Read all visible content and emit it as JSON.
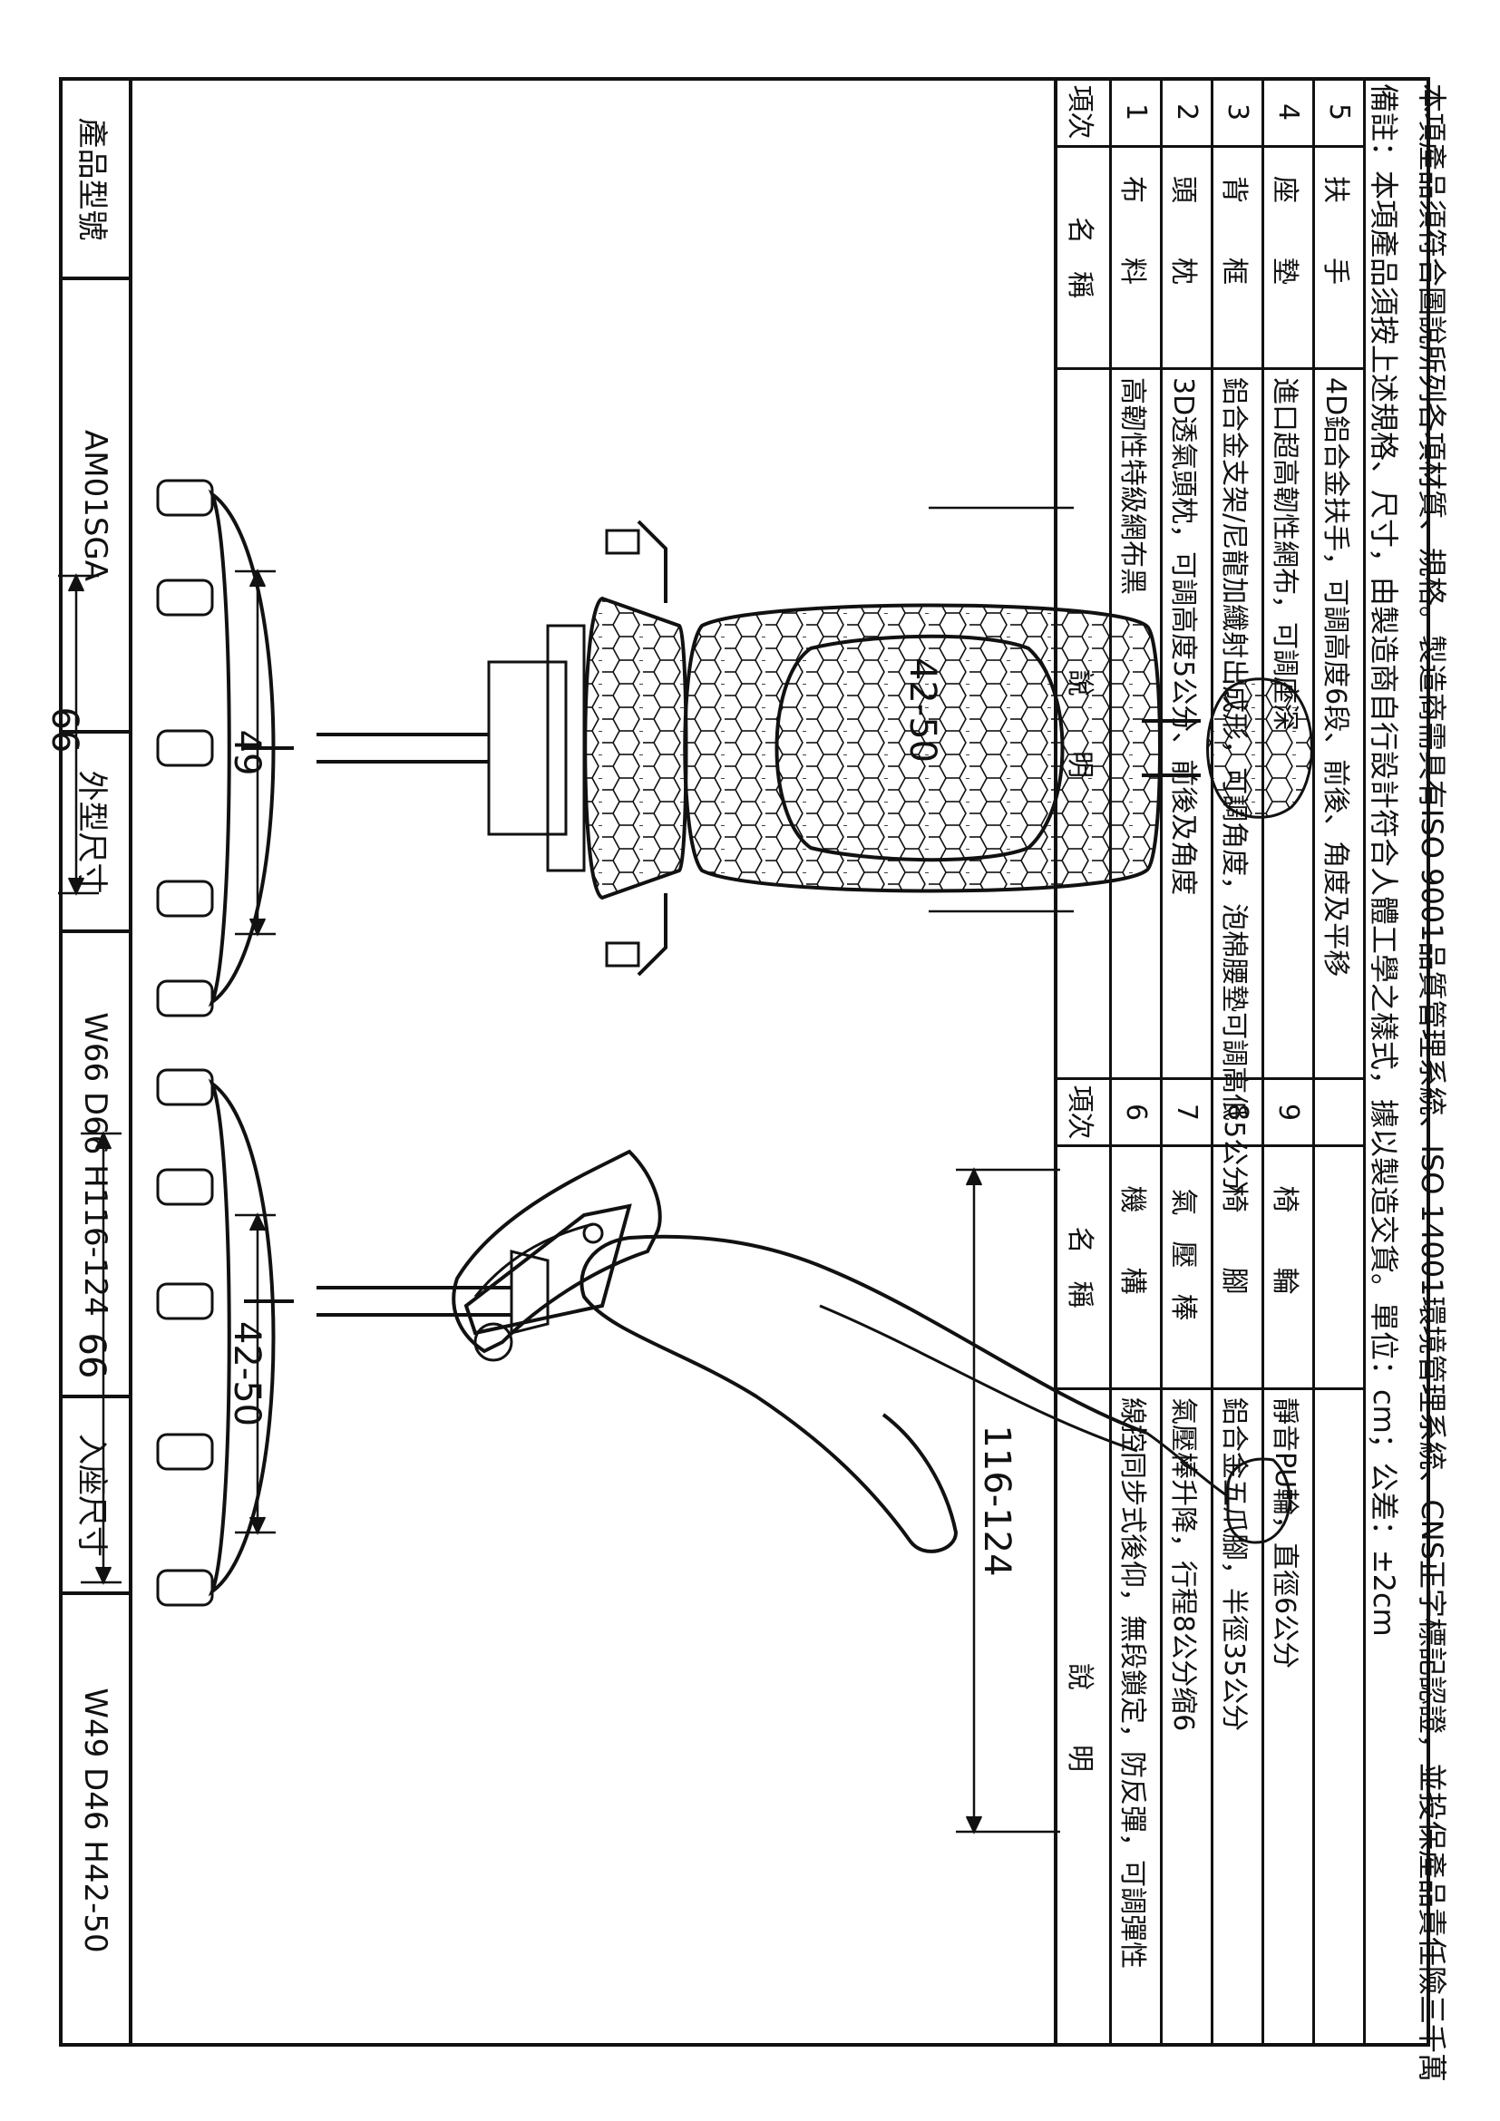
{
  "header": {
    "model_label": "產品型號",
    "model_value": "AM01SGA",
    "outer_label": "外型尺寸",
    "outer_value": "W66 D66 H116-124",
    "inner_label": "入座尺寸",
    "inner_value": "W49 D46 H42-50"
  },
  "table_left": {
    "headers": {
      "no": "項次",
      "name": "名　稱",
      "desc": "說　　明"
    },
    "rows": [
      {
        "no": "1",
        "name": "布料",
        "desc": "高韌性特級網布黑"
      },
      {
        "no": "2",
        "name": "頭枕",
        "desc": "3D透氣頭枕，可調高度5公分、前後及角度"
      },
      {
        "no": "3",
        "name": "背框",
        "desc": "鋁合金支架/尼龍加纖射出成形，可調角度，泡棉腰墊可調高低5公分"
      },
      {
        "no": "4",
        "name": "座墊",
        "desc": "進口超高韌性網布，可調座深"
      },
      {
        "no": "5",
        "name": "扶手",
        "desc": "4D鋁合金扶手，可調高度6段、前後、角度及平移"
      }
    ]
  },
  "table_right": {
    "headers": {
      "no": "項次",
      "name": "名　稱",
      "desc": "說　　明"
    },
    "rows": [
      {
        "no": "6",
        "name": "機構",
        "desc": "線控同步式後仰，無段鎖定，防反彈，可調彈性"
      },
      {
        "no": "7",
        "name": "氣壓棒",
        "desc": "氣壓棒升降，行程8公分缩6"
      },
      {
        "no": "8",
        "name": "椅腳",
        "desc": "鋁合金五爪腳，半徑35公分"
      },
      {
        "no": "9",
        "name": "椅輪",
        "desc": "靜音PU輪，直徑6公分"
      },
      {
        "no": "",
        "name": "",
        "desc": ""
      }
    ]
  },
  "notes": {
    "line1": "備註：本項產品須按上述規格、尺寸，由製造商自行設計符合人體工學之樣式，據以製造交貨。單位：cm；公差：±2cm",
    "line2": "本項產品須符合圖說所列各項材質、規格。製造商需具有ISO 9001品質管理系統、ISO 14001環境管理系統、CNS正字標記認證，並投保產品責任險三千萬"
  },
  "dimensions": {
    "front_height": "66",
    "front_back_height": "49",
    "front_seat_width": "42-50",
    "side_height": "66",
    "side_seat_height": "42-50",
    "side_total_height": "116-124"
  }
}
